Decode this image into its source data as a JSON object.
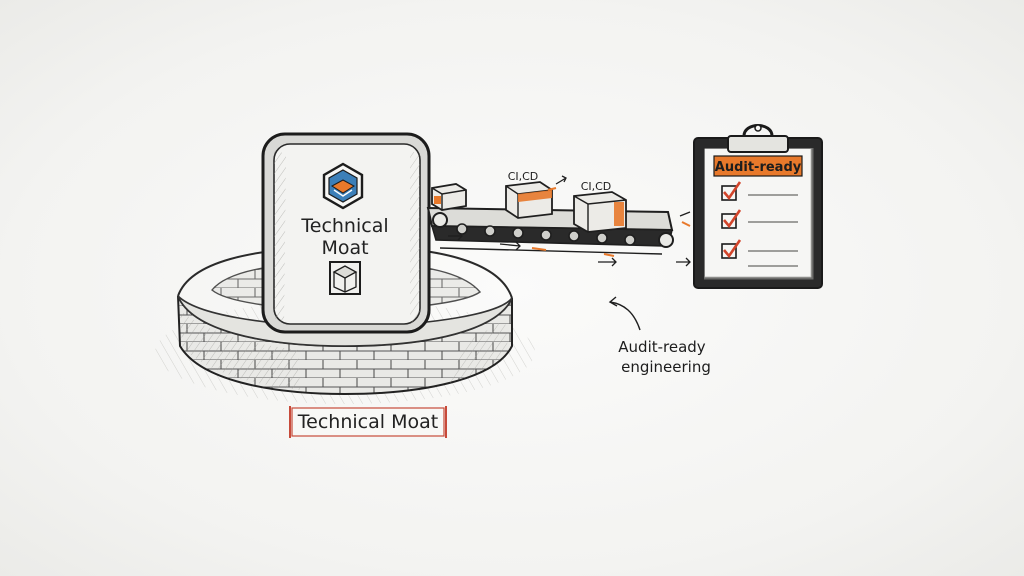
{
  "device_label_line1": "Technical",
  "device_label_line2": "Moat",
  "moat_caption": "Technical Moat",
  "pipeline_left_label": "CI,CD",
  "pipeline_right_label": "CI,CD",
  "clipboard_title": "Audit-ready",
  "note_line1": "Audit-ready",
  "note_line2": "engineering",
  "accent_color": "#e8792b",
  "ink_color": "#1f1f1f",
  "check_color": "#d2452b",
  "checklist_items": 3
}
